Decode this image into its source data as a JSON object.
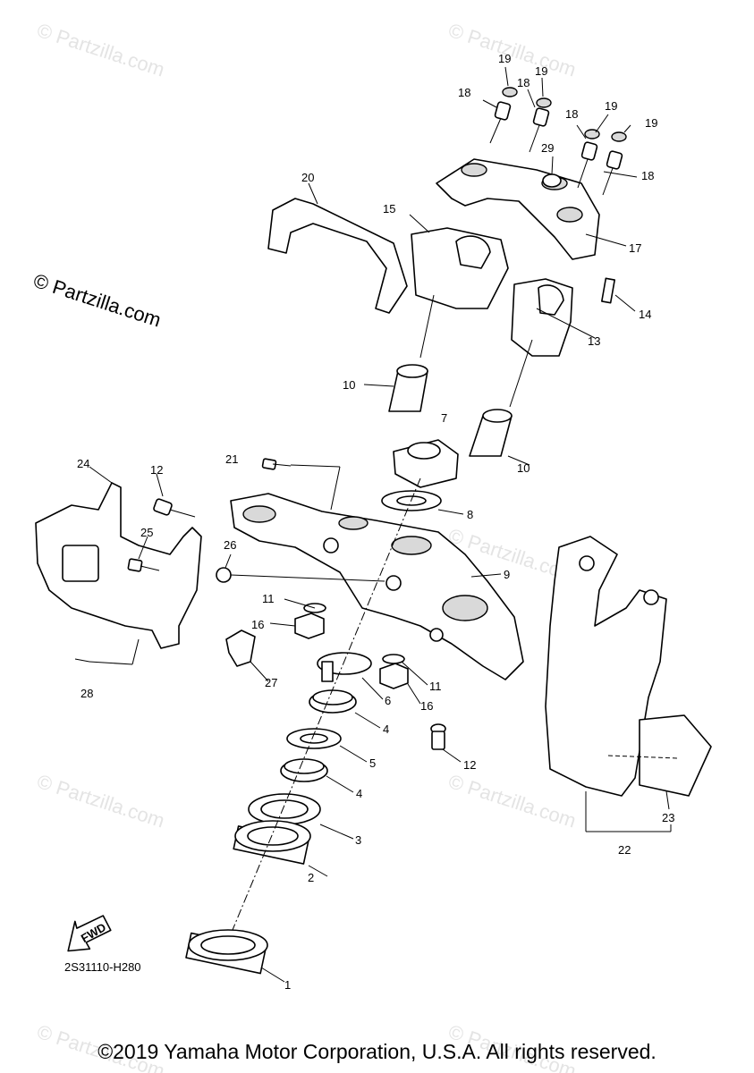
{
  "watermark": "© Partzilla.com",
  "diagram_code": "2S31110-H280",
  "fwd_label": "FWD",
  "copyright": "©2019 Yamaha Motor Corporation, U.S.A. All rights reserved.",
  "callouts": [
    "1",
    "2",
    "3",
    "4",
    "4",
    "5",
    "6",
    "7",
    "8",
    "9",
    "10",
    "10",
    "11",
    "11",
    "12",
    "12",
    "13",
    "14",
    "15",
    "16",
    "16",
    "17",
    "18",
    "18",
    "18",
    "18",
    "19",
    "19",
    "19",
    "19",
    "20",
    "21",
    "22",
    "23",
    "24",
    "25",
    "26",
    "27",
    "28",
    "29"
  ]
}
